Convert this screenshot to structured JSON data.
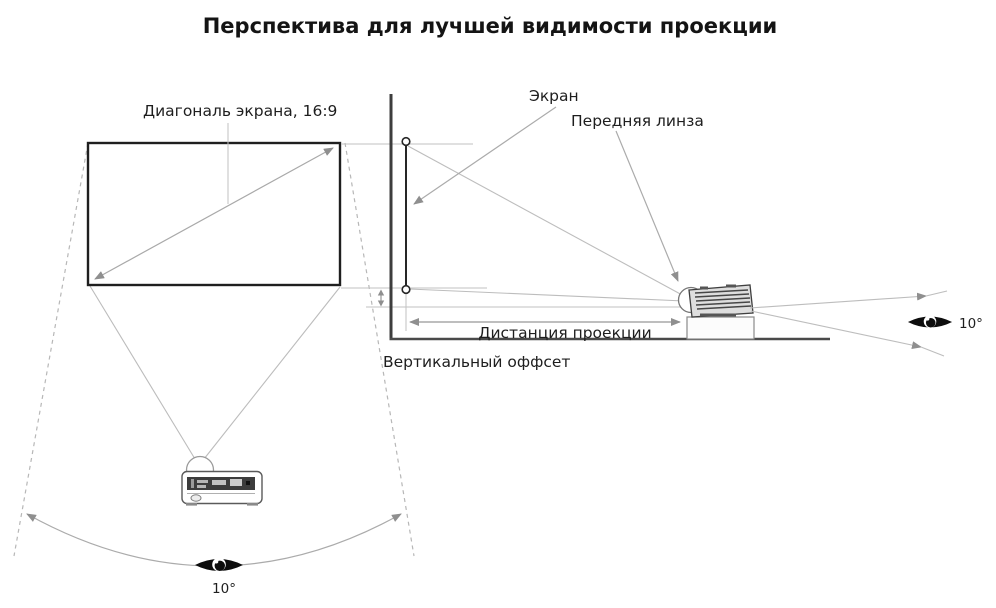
{
  "title": "Перспектива для лучшей видимости проекции",
  "front_view": {
    "diagonal_label": "Диагональ экрана, 16:9",
    "viewing_angle_label": "10°"
  },
  "side_view": {
    "screen_label": "Экран",
    "front_lens_label": "Передняя линза",
    "projection_distance_label": "Дистанция проекции",
    "vertical_offset_label": "Вертикальный оффсет",
    "viewing_angle_label": "10°"
  },
  "icons": {
    "eye": "eye-icon",
    "projector_front": "projector-front-icon",
    "projector_side": "projector-side-icon"
  },
  "colors": {
    "background": "#ffffff",
    "text": "#1e1e1e",
    "screen_outline": "#1f1f1f",
    "wall_dark": "#3d3d3d",
    "guide_gray": "#c2c2c2",
    "arrow_gray": "#8f8f8f",
    "eye_black": "#0d0d0d"
  }
}
